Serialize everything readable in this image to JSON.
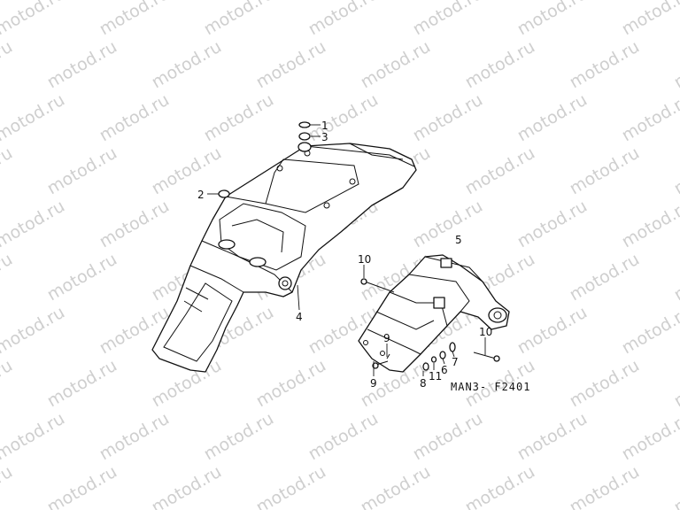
{
  "watermark": "motod.ru",
  "drawing_code": "MAN3- F2401",
  "callouts": [
    "1",
    "3",
    "2",
    "4",
    "5",
    "10",
    "10",
    "9",
    "9",
    "8",
    "11",
    "6",
    "7"
  ]
}
